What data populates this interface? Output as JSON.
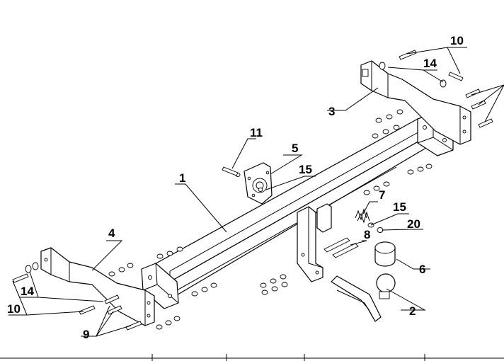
{
  "labels": {
    "l1": "1",
    "l2": "2",
    "l3": "3",
    "l4": "4",
    "l5": "5",
    "l6": "6",
    "l7": "7",
    "l8": "8",
    "l9": "9",
    "l10a": "10",
    "l10b": "10",
    "l11": "11",
    "l14a": "14",
    "l14b": "14",
    "l15a": "15",
    "l15b": "15",
    "l20": "20"
  }
}
